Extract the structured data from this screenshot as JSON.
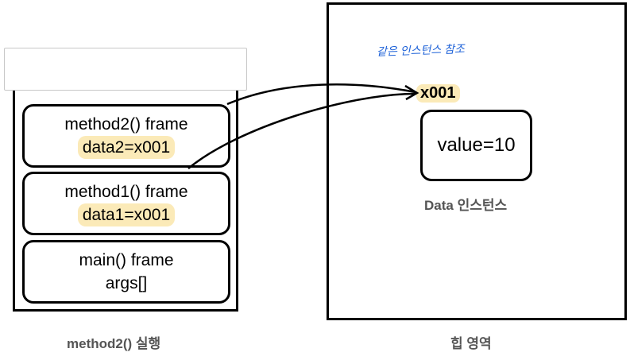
{
  "stack": {
    "frames": [
      {
        "title": "method2() frame",
        "value": "data2=x001"
      },
      {
        "title": "method1() frame",
        "value": "data1=x001"
      },
      {
        "title": "main() frame",
        "value": "args[]"
      }
    ],
    "caption": "method2() 실행"
  },
  "heap": {
    "note": "같은 인스턴스 참조",
    "address": "x001",
    "instance_value": "value=10",
    "instance_label": "Data 인스턴스",
    "caption": "힙 영역"
  },
  "colors": {
    "highlight": "#fbeab8",
    "note": "#1e62d8",
    "caption": "#555555"
  }
}
